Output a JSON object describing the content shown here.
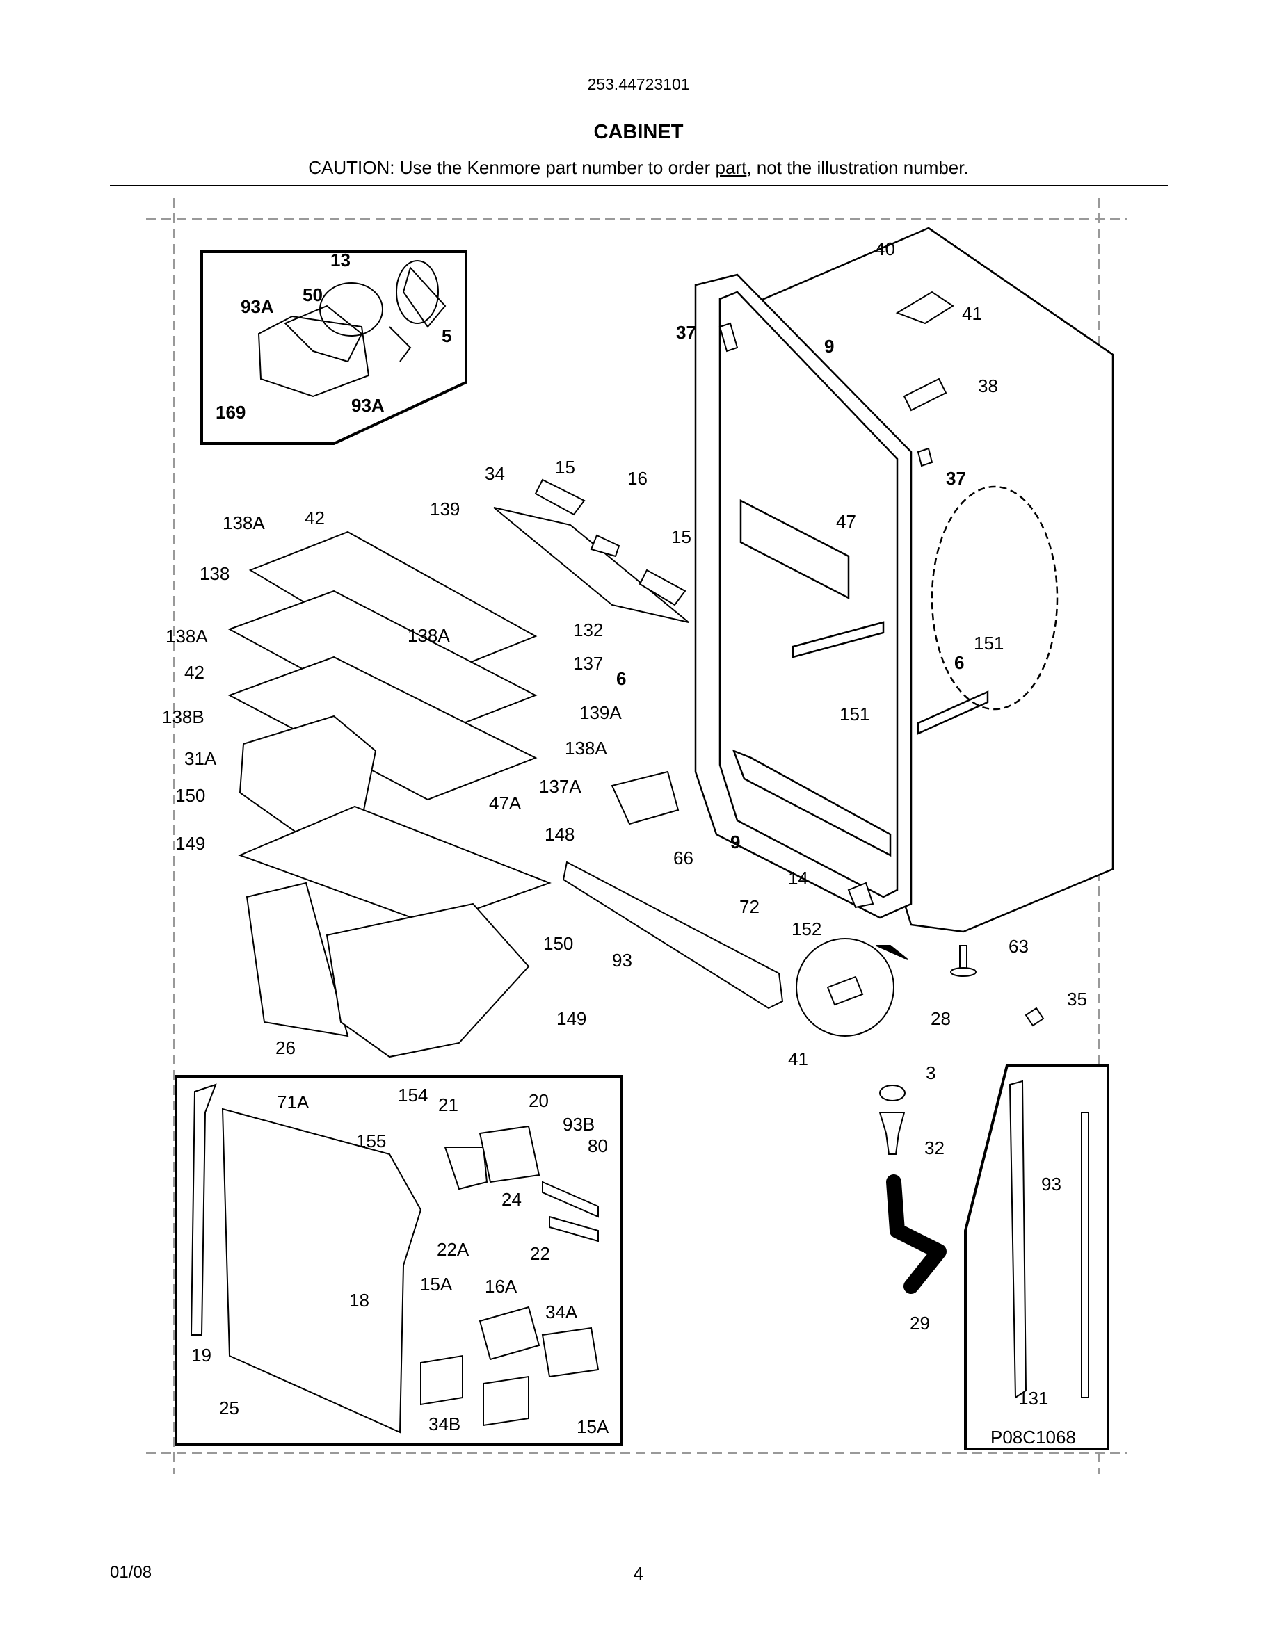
{
  "header": {
    "model_number": "253.44723101",
    "title": "CABINET",
    "caution_prefix": "CAUTION: Use the Kenmore part number to order ",
    "caution_link": "part",
    "caution_suffix": ", not the illustration number."
  },
  "diagram": {
    "code": "P08C1068",
    "inset_fan_labels": [
      "13",
      "93A",
      "50",
      "5",
      "169",
      "93A"
    ],
    "cabinet_labels": [
      "40",
      "41",
      "37",
      "9",
      "38",
      "37",
      "47",
      "6",
      "151",
      "151",
      "6",
      "9",
      "66",
      "14",
      "152",
      "28",
      "63",
      "35",
      "41",
      "72",
      "93"
    ],
    "shelf_labels": [
      "34",
      "15",
      "16",
      "15",
      "132",
      "138A",
      "42",
      "139",
      "138",
      "138A",
      "138A",
      "137",
      "42",
      "139A",
      "138B",
      "138A",
      "31A",
      "137A",
      "150",
      "47A",
      "149",
      "148",
      "150",
      "149",
      "26"
    ],
    "inset_control_labels": [
      "71A",
      "154",
      "21",
      "20",
      "93B",
      "155",
      "80",
      "24",
      "22A",
      "22",
      "18",
      "15A",
      "16A",
      "34A",
      "19",
      "25",
      "34B",
      "15A"
    ],
    "drain_labels": [
      "3",
      "32",
      "29"
    ],
    "inset_rail_labels": [
      "93",
      "131"
    ]
  },
  "footer": {
    "date": "01/08",
    "page": "4"
  }
}
